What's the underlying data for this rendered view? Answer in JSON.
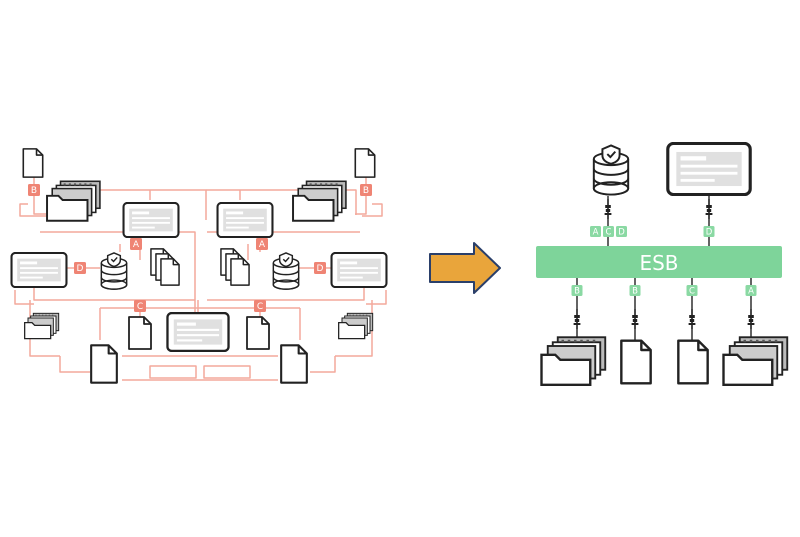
{
  "colors": {
    "p2p_line": "#f4a99c",
    "p2p_badge": "#ef8474",
    "esb_bar": "#7ed49a",
    "esb_badge": "#8ad9a3",
    "icon_stroke": "#222222",
    "screen_fill": "#e0e0e0",
    "arrow_fill": "#e9a53b",
    "arrow_stroke": "#2a3f6a"
  },
  "esb": {
    "label": "ESB"
  },
  "left": {
    "badges": [
      {
        "id": "b-tl",
        "letter": "B"
      },
      {
        "id": "b-tr",
        "letter": "B"
      },
      {
        "id": "a-l",
        "letter": "A"
      },
      {
        "id": "a-r",
        "letter": "A"
      },
      {
        "id": "d-l",
        "letter": "D"
      },
      {
        "id": "d-r",
        "letter": "D"
      },
      {
        "id": "c-l",
        "letter": "C"
      },
      {
        "id": "c-r",
        "letter": "C"
      }
    ]
  },
  "right": {
    "top_badges": [
      "A",
      "C",
      "D",
      "D"
    ],
    "bottom_badges": [
      "B",
      "B",
      "C",
      "A"
    ]
  },
  "icons": {
    "database": "database-icon",
    "monitor": "monitor-icon",
    "document": "document-icon",
    "folder_stack": "folder-stack-icon",
    "arrow": "right-arrow-icon",
    "plug": "connector-plug-icon"
  }
}
